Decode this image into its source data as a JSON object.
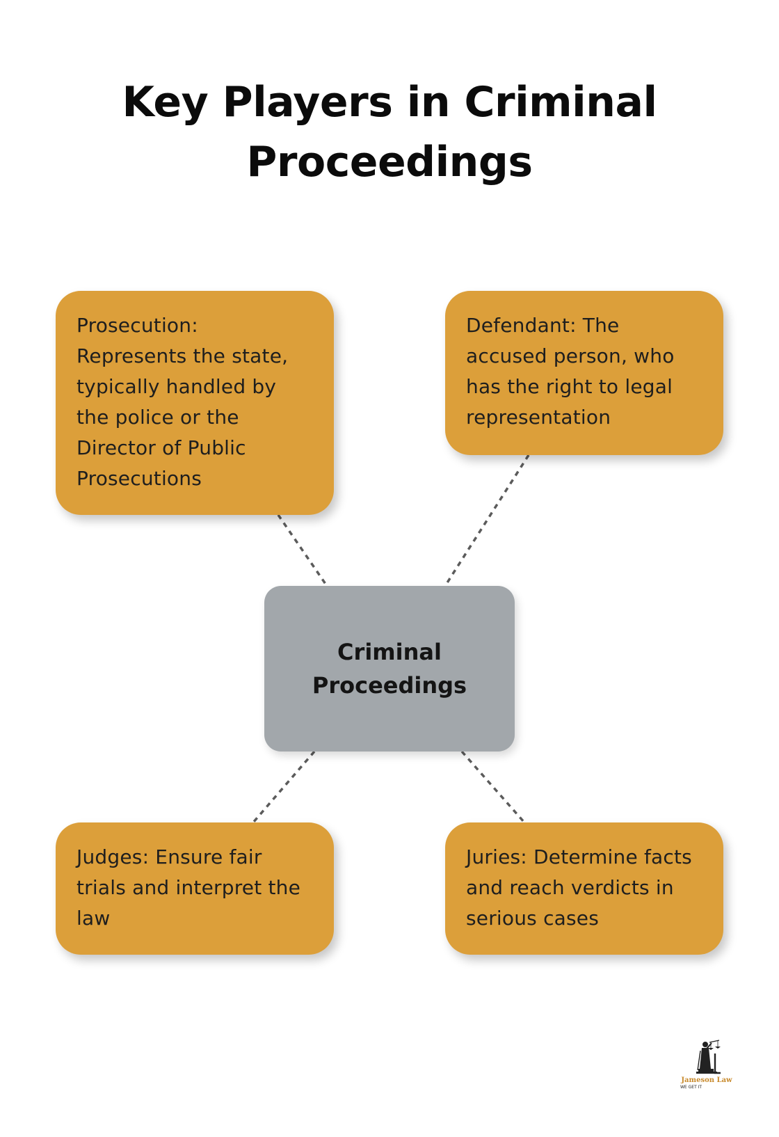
{
  "title": "Key Players in Criminal Proceedings",
  "center": {
    "label": "Criminal Proceedings"
  },
  "roles": [
    {
      "id": "prosecution",
      "text": "Prosecution: Represents the state, typically handled by the police or the Director of Public Prosecutions"
    },
    {
      "id": "defendant",
      "text": "Defendant: The accused person, who has the right to legal representation"
    },
    {
      "id": "judges",
      "text": "Judges: Ensure fair trials and interpret the law"
    },
    {
      "id": "juries",
      "text": "Juries: Determine facts and reach verdicts in serious cases"
    }
  ],
  "logo": {
    "name": "Jameson Law",
    "tagline": "WE GET IT",
    "icon": "lady-justice-icon"
  },
  "colors": {
    "role_box": "#dc9f3a",
    "center_box": "#a2a7ab",
    "connector": "#5b5b5b",
    "logo_name": "#c88a2c"
  }
}
